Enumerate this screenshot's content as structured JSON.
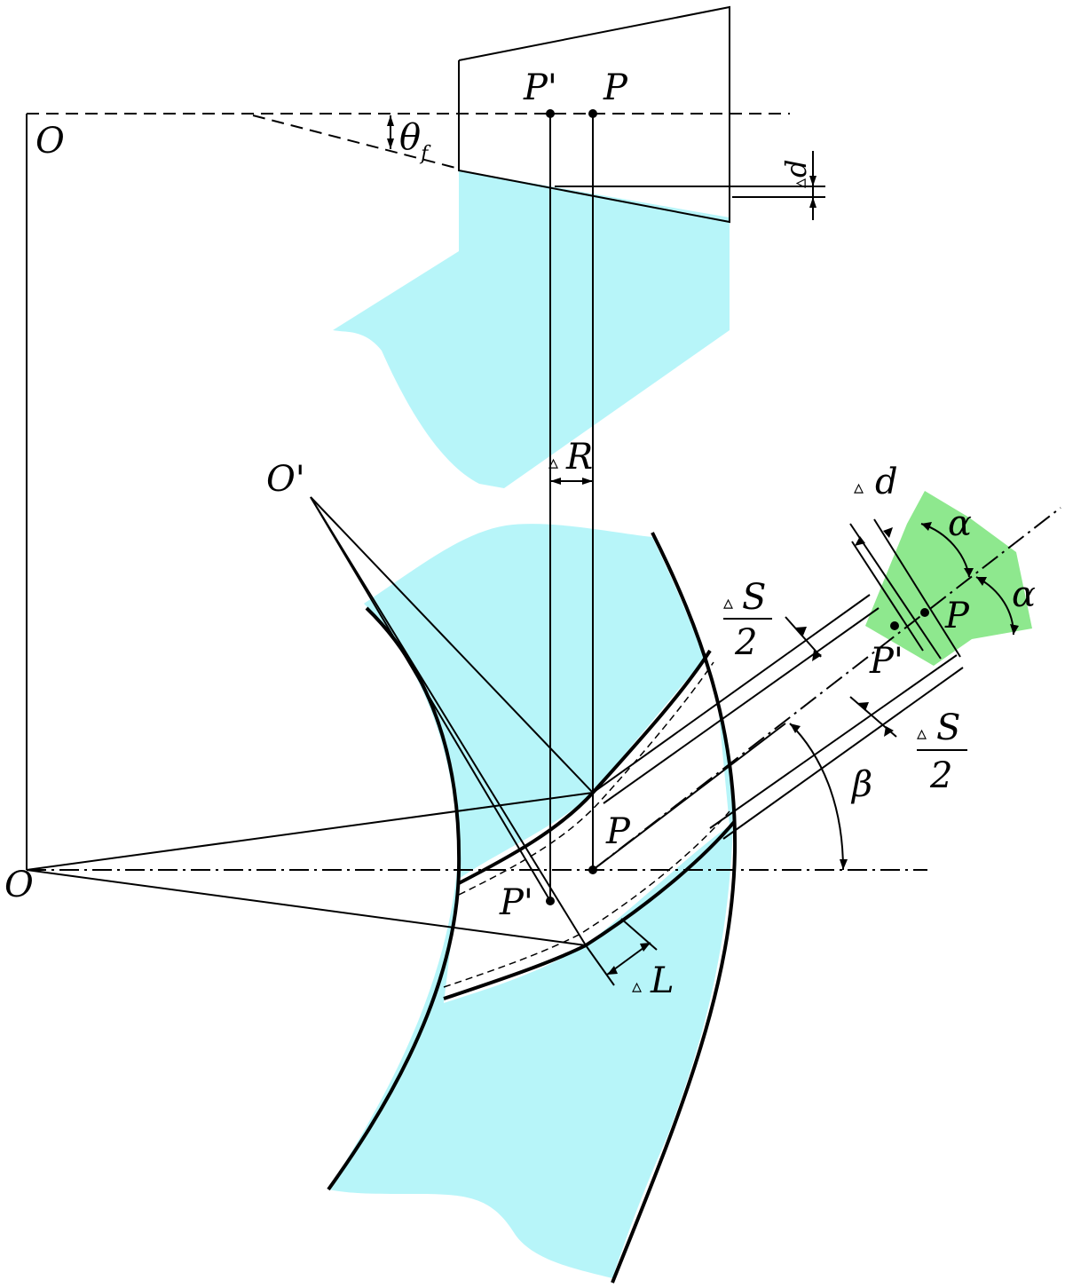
{
  "colors": {
    "cyan_fill": "#b7f5f9",
    "green_fill": "#8ee88e",
    "line": "#000000"
  },
  "labels": {
    "O_top": "O",
    "O_left": "O",
    "O_prime": "O'",
    "P_prime_top": "P'",
    "P_top": "P",
    "theta": "θ",
    "theta_sub": "f",
    "delta_d_top": "d",
    "delta_R": "R",
    "delta_d_right": "d",
    "delta_S_upper": "S",
    "two_upper": "2",
    "alpha_upper": "α",
    "alpha_lower": "α",
    "P_green": "P",
    "P_prime_green": "P'",
    "delta_S_lower": "S",
    "two_lower": "2",
    "beta": "β",
    "P_center": "P",
    "P_prime_center": "P'",
    "delta_L": "L",
    "delta_sym": "▵"
  }
}
